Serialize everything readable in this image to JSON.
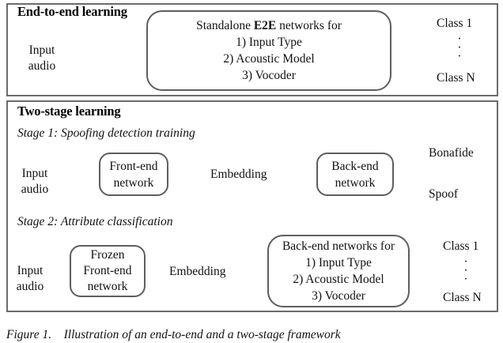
{
  "figure": {
    "caption_label": "Figure 1.",
    "caption_text": "Illustration of an end-to-end and a two-stage framework",
    "colors": {
      "panel_border": "#6b6b6b",
      "box_border": "#5e5e5e",
      "arrow": "#4d4d4d",
      "text": "#111111",
      "background": "#ffffff"
    }
  },
  "panel_e2e": {
    "title": "End-to-end learning",
    "input_label_line1": "Input",
    "input_label_line2": "audio",
    "box": {
      "header": "Standalone ",
      "header_bold": "E2E",
      "header_rest": " networks for",
      "items": [
        "1) Input Type",
        "2) Acoustic Model",
        "3) Vocoder"
      ]
    },
    "outputs": {
      "top": "Class 1",
      "bottom": "Class N",
      "ellipsis": "·"
    }
  },
  "panel_two_stage": {
    "title": "Two-stage learning",
    "stage1": {
      "title": "Stage 1: Spoofing detection training",
      "input_label_line1": "Input",
      "input_label_line2": "audio",
      "frontend_line1": "Front-end",
      "frontend_line2": "network",
      "embedding": "Embedding",
      "backend_line1": "Back-end",
      "backend_line2": "network",
      "outputs": {
        "top": "Bonafide",
        "bottom": "Spoof"
      }
    },
    "stage2": {
      "title": "Stage 2: Attribute classification",
      "input_label_line1": "Input",
      "input_label_line2": "audio",
      "frontend_line1": "Frozen",
      "frontend_line2": "Front-end",
      "frontend_line3": "network",
      "embedding": "Embedding",
      "backend": {
        "header": "Back-end networks for",
        "items": [
          "1) Input Type",
          "2) Acoustic Model",
          "3) Vocoder"
        ]
      },
      "outputs": {
        "top": "Class 1",
        "bottom": "Class N",
        "ellipsis": "·"
      }
    }
  }
}
